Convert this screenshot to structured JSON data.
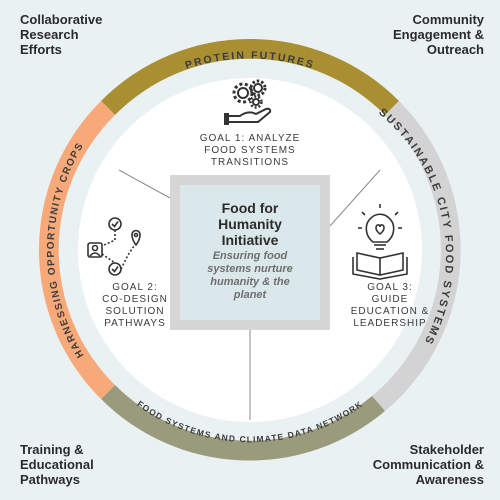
{
  "corners": {
    "top_left": "Collaborative\nResearch\nEfforts",
    "top_right": "Community\nEngagement &\nOutreach",
    "bottom_left": "Training &\nEducational\nPathways",
    "bottom_right": "Stakeholder\nCommunication &\nAwareness"
  },
  "ring": {
    "top": "PROTEIN FUTURES",
    "right": "SUSTAINABLE CITY FOOD SYSTEMS",
    "bottom": "FOOD SYSTEMS AND CLIMATE DATA NETWORK",
    "left": "HARNESSING OPPORTUNITY CROPS"
  },
  "center": {
    "title": "Food for\nHumanity\nInitiative",
    "subtitle": "Ensuring food\nsystems nurture\nhumanity & the\nplanet"
  },
  "goals": {
    "goal1": "GOAL 1: ANALYZE\nFOOD SYSTEMS\nTRANSITIONS",
    "goal2": "GOAL 2:\nCO-DESIGN\nSOLUTION\nPATHWAYS",
    "goal3": "GOAL 3:\nGUIDE\nEDUCATION &\nLEADERSHIP"
  },
  "colors": {
    "background": "#eaf1f2",
    "protein_futures": "#a98f32",
    "sustainable_city": "#d3d3d3",
    "climate_data_network": "#9a9a7c",
    "opportunity_crops": "#f7a979",
    "center_frame": "#d6d6d6",
    "center_fill": "#dbe8eb"
  },
  "icons": {
    "goal1": "gears-hand-icon",
    "goal2": "pathway-icon",
    "goal3": "lightbulb-book-icon"
  }
}
